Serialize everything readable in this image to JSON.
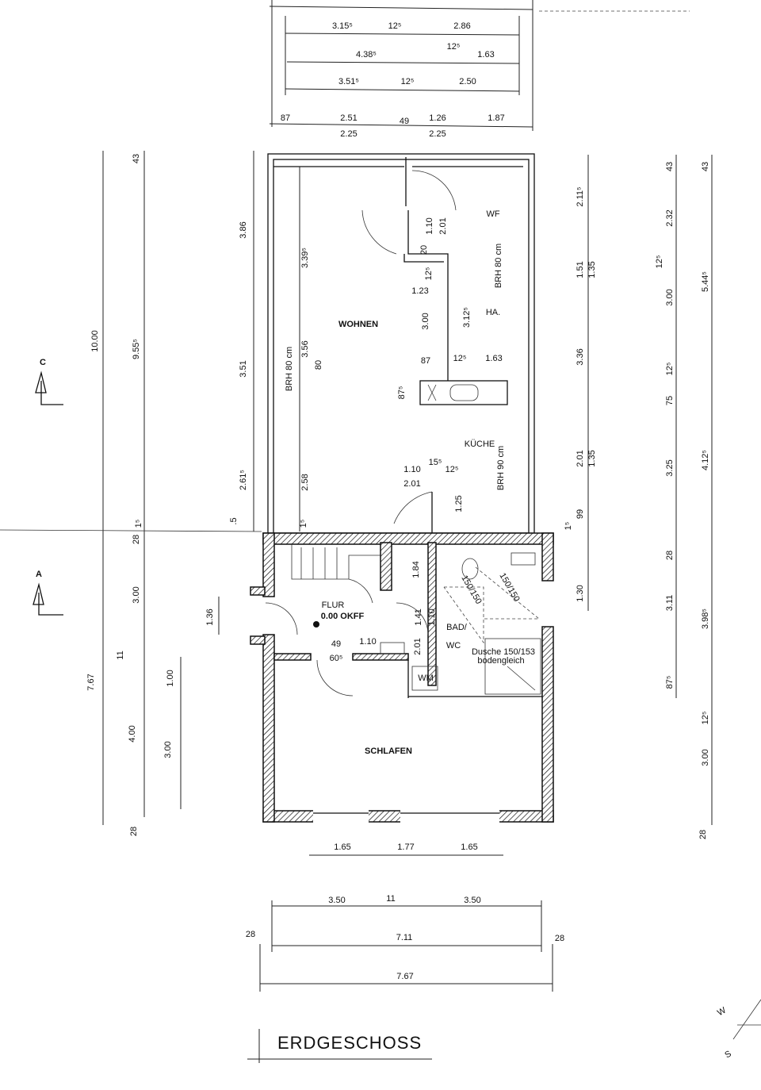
{
  "title": "ERDGESCHOSS",
  "rooms": {
    "wohnen": "WOHNEN",
    "wf": "WF",
    "ha": "HA.",
    "kueche": "KÜCHE",
    "flur": "FLUR",
    "level": "0.00 OKFF",
    "bad1": "BAD/",
    "bad2": "WC",
    "schlafen": "SCHLAFEN",
    "wm": "WM",
    "dusche1": "Dusche 150/153",
    "dusche2": "bodengleich",
    "area1": "150/150",
    "area2": "150/150"
  },
  "section_markers": {
    "c": "C",
    "a": "A"
  },
  "compass": {
    "w": "W",
    "s": "S"
  },
  "dims": {
    "top": [
      "3.15⁵",
      "12⁵",
      "2.86",
      "4.38⁵",
      "12⁵",
      "1.63",
      "3.51⁵",
      "12⁵",
      "2.50",
      "87",
      "2.51",
      "49",
      "1.26",
      "1.87",
      "2.25",
      "2.25"
    ],
    "left": [
      "10.00",
      "9.55⁵",
      "43",
      "3.86",
      "3.39⁵",
      "3.51",
      "BRH 80 cm",
      "3.56",
      "80",
      "2.61⁵",
      "2.58",
      ".5",
      "1⁵",
      "1⁵",
      "28",
      "3.00",
      "11",
      "7.67",
      "1.00",
      "4.00",
      "3.00",
      "28",
      "1.36"
    ],
    "inner": [
      "1.10",
      "2.01",
      "20",
      "12⁵",
      "1.23",
      "3.00",
      "3.12⁵",
      "BRH 80 cm",
      "87",
      "12⁵",
      "1.63",
      "87⁵",
      "BRH 90 cm",
      "1.10",
      "15⁵",
      "12⁵",
      "2.01",
      "1.25",
      "1.84",
      "1.41",
      "1.10",
      "2.01",
      "49",
      "1.10",
      "60⁵",
      "2.01"
    ],
    "right": [
      "2.11⁵",
      "1.51",
      "1.35",
      "3.36",
      "2.01",
      "1.35",
      "99",
      "1⁵",
      "1.30",
      "43",
      "43",
      "2.32",
      "12⁵",
      "3.00",
      "5.44⁵",
      "12⁵",
      "75",
      "3.25",
      "4.12⁵",
      "28",
      "3.11",
      "3.98⁵",
      "87⁵",
      "12⁵",
      "3.00",
      "28"
    ],
    "bottom": [
      "1.65",
      "1.77",
      "1.65",
      "3.50",
      "11",
      "3.50",
      "28",
      "7.11",
      "28",
      "7.67"
    ]
  }
}
